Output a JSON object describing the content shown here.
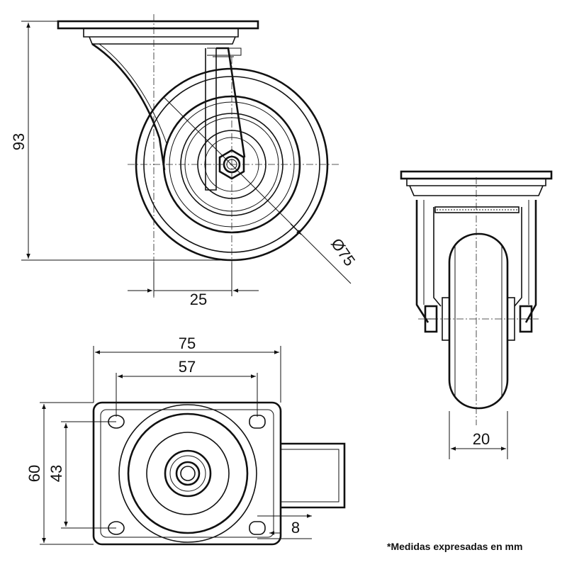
{
  "drawing": {
    "side_view": {
      "height_label": "93",
      "diameter_label": "Ø75",
      "offset_label": "25"
    },
    "top_view": {
      "plate_width_label": "75",
      "hole_spacing_x_label": "57",
      "plate_depth_label": "60",
      "hole_spacing_y_label": "43",
      "hole_diameter_label": "8"
    },
    "front_view": {
      "wheel_width_label": "20"
    },
    "note": "*Medidas expresadas en mm"
  }
}
